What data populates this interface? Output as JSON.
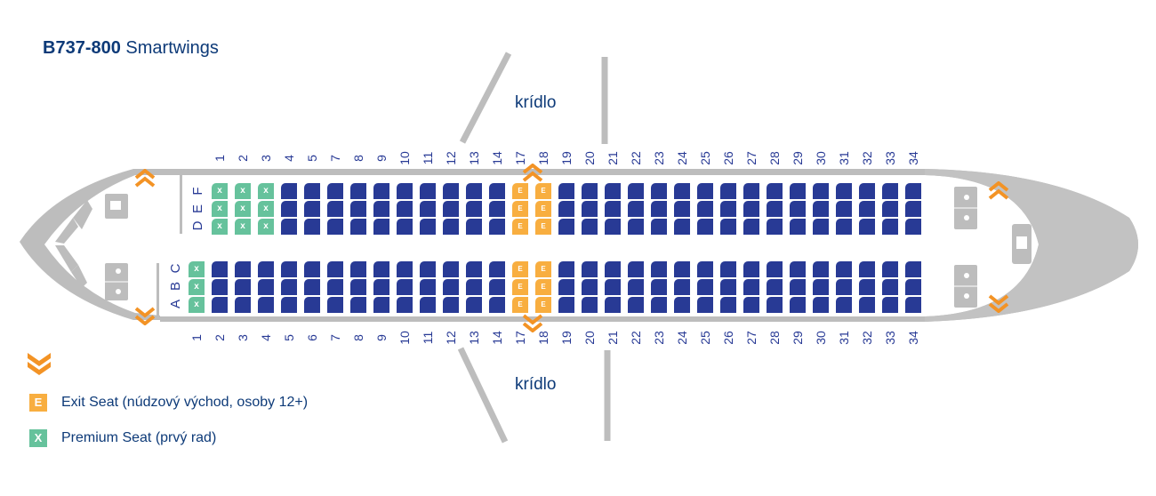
{
  "header": {
    "model": "B737-800",
    "airline": "Smartwings"
  },
  "wings": {
    "top_label": "krídlo",
    "bottom_label": "krídlo"
  },
  "column_letters": {
    "upper": [
      "F",
      "E",
      "D"
    ],
    "lower": [
      "C",
      "B",
      "A"
    ]
  },
  "upper_block": {
    "row_numbers": [
      "1",
      "2",
      "3",
      "4",
      "5",
      "7",
      "8",
      "9",
      "10",
      "11",
      "12",
      "13",
      "14",
      "17",
      "18",
      "19",
      "20",
      "21",
      "22",
      "23",
      "24",
      "25",
      "26",
      "27",
      "28",
      "29",
      "30",
      "31",
      "32",
      "33",
      "34"
    ],
    "seat_types": [
      "prem",
      "prem",
      "prem",
      "std",
      "std",
      "std",
      "std",
      "std",
      "std",
      "std",
      "std",
      "std",
      "std",
      "exit",
      "exit",
      "std",
      "std",
      "std",
      "std",
      "std",
      "std",
      "std",
      "std",
      "std",
      "std",
      "std",
      "std",
      "std",
      "std",
      "std",
      "std"
    ]
  },
  "lower_block": {
    "row_numbers": [
      "1",
      "2",
      "3",
      "4",
      "5",
      "6",
      "7",
      "8",
      "9",
      "10",
      "11",
      "12",
      "13",
      "14",
      "17",
      "18",
      "19",
      "20",
      "21",
      "22",
      "23",
      "24",
      "25",
      "26",
      "27",
      "28",
      "29",
      "30",
      "31",
      "32",
      "33",
      "34"
    ],
    "seat_types": [
      "prem",
      "std",
      "std",
      "std",
      "std",
      "std",
      "std",
      "std",
      "std",
      "std",
      "std",
      "std",
      "std",
      "std",
      "exit",
      "exit",
      "std",
      "std",
      "std",
      "std",
      "std",
      "std",
      "std",
      "std",
      "std",
      "std",
      "std",
      "std",
      "std",
      "std",
      "std",
      "std"
    ]
  },
  "seat_glyphs": {
    "exit": "E",
    "prem": "x"
  },
  "legend": {
    "exit": {
      "glyph": "E",
      "label": "Exit Seat (núdzový východ, osoby 12+)",
      "color": "#f8ae40"
    },
    "premium": {
      "glyph": "X",
      "label": "Premium Seat (prvý rad)",
      "color": "#66c29c"
    }
  },
  "colors": {
    "standard_seat": "#283a95",
    "exit_seat": "#f8ae40",
    "premium_seat": "#66c29c",
    "fuselage": "#bdbdbd",
    "exit_arrow": "#f39325",
    "text": "#0d3a78"
  }
}
